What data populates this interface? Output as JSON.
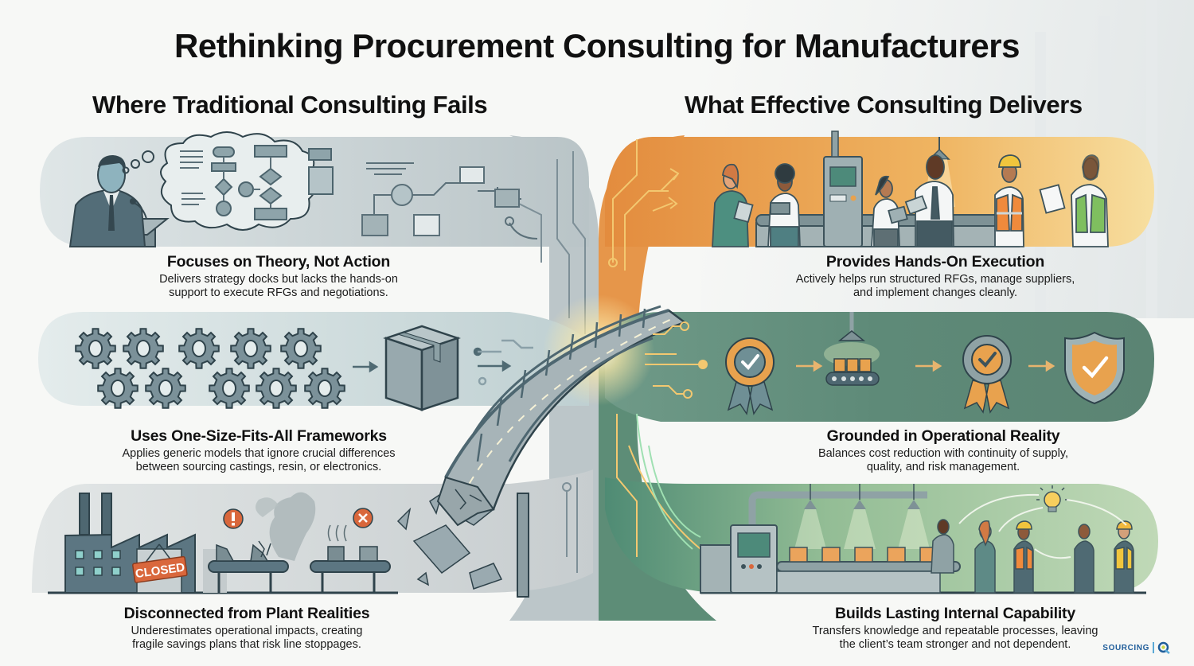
{
  "title": "Rethinking Procurement Consulting for Manufacturers",
  "left_column": {
    "heading": "Where Traditional Consulting Fails",
    "panels": [
      {
        "title": "Focuses on Theory, Not Action",
        "description": "Delivers strategy docks but lacks the hands-on support to execute RFGs and negotiations.",
        "lines": [
          "Delivers strategy docks but lacks the hands-on",
          "support to execute RFGs and negotiations."
        ],
        "illustration": "presenter-at-podium-with-flowchart-thought-cloud"
      },
      {
        "title": "Uses One-Size-Fits-All Frameworks",
        "description": "Applies generic models that ignore crucial differences between sourcing castings, resin, or electronics.",
        "lines": [
          "Applies generic models that ignore crucial differences",
          "between sourcing castings, resin, or electronics."
        ],
        "illustration": "identical-gears-into-single-box",
        "gear_count": 10
      },
      {
        "title": "Disconnected from Plant Realities",
        "description": "Underestimates operational impacts, creating fragile savings plans that risk line stoppages.",
        "lines": [
          "Underestimates operational impacts, creating",
          "fragile savings plans that risk line stoppages."
        ],
        "illustration": "closed-factory-broken-conveyor",
        "sign_text": "CLOSED",
        "alert_icons": [
          "exclamation-icon",
          "x-icon"
        ]
      }
    ]
  },
  "right_column": {
    "heading": "What Effective Consulting Delivers",
    "panels": [
      {
        "title": "Provides Hands-On Execution",
        "description": "Actively helps run structured RFGs, manage suppliers, and implement changes cleanly.",
        "lines": [
          "Actively helps run structured RFGs, manage suppliers,",
          "and implement changes cleanly."
        ],
        "illustration": "team-working-at-production-line"
      },
      {
        "title": "Grounded in Operational Reality",
        "description": "Balances cost reduction with continuity of supply, quality, and risk management.",
        "lines": [
          "Balances cost reduction with continuity of supply,",
          "quality, and risk management."
        ],
        "illustration": "badge-conveyor-badge-shield-flow",
        "flow_icons": [
          "award-badge-icon",
          "conveyor-icon",
          "award-badge-icon",
          "shield-check-icon"
        ]
      },
      {
        "title": "Builds Lasting Internal Capability",
        "description": "Transfers knowledge and repeatable processes, leaving the client’s team stronger and not dependent.",
        "lines": [
          "Transfers knowledge and repeatable processes, leaving",
          "the client’s team stronger and not dependent."
        ],
        "illustration": "production-line-team-sharing-idea",
        "box_count": 5
      }
    ]
  },
  "center": {
    "illustration": "bridge-from-broken-to-complete"
  },
  "logo": {
    "text": "SOURCING",
    "mark": "Q"
  },
  "colors": {
    "gray_panel": "#cfd8da",
    "orange_panel": "#e8a24e",
    "green_panel": "#5e8a78",
    "light_green_panel": "#a9c8a4",
    "accent_orange": "#e08a3c",
    "alert_red": "#d9673c",
    "ink": "#3e5560"
  }
}
